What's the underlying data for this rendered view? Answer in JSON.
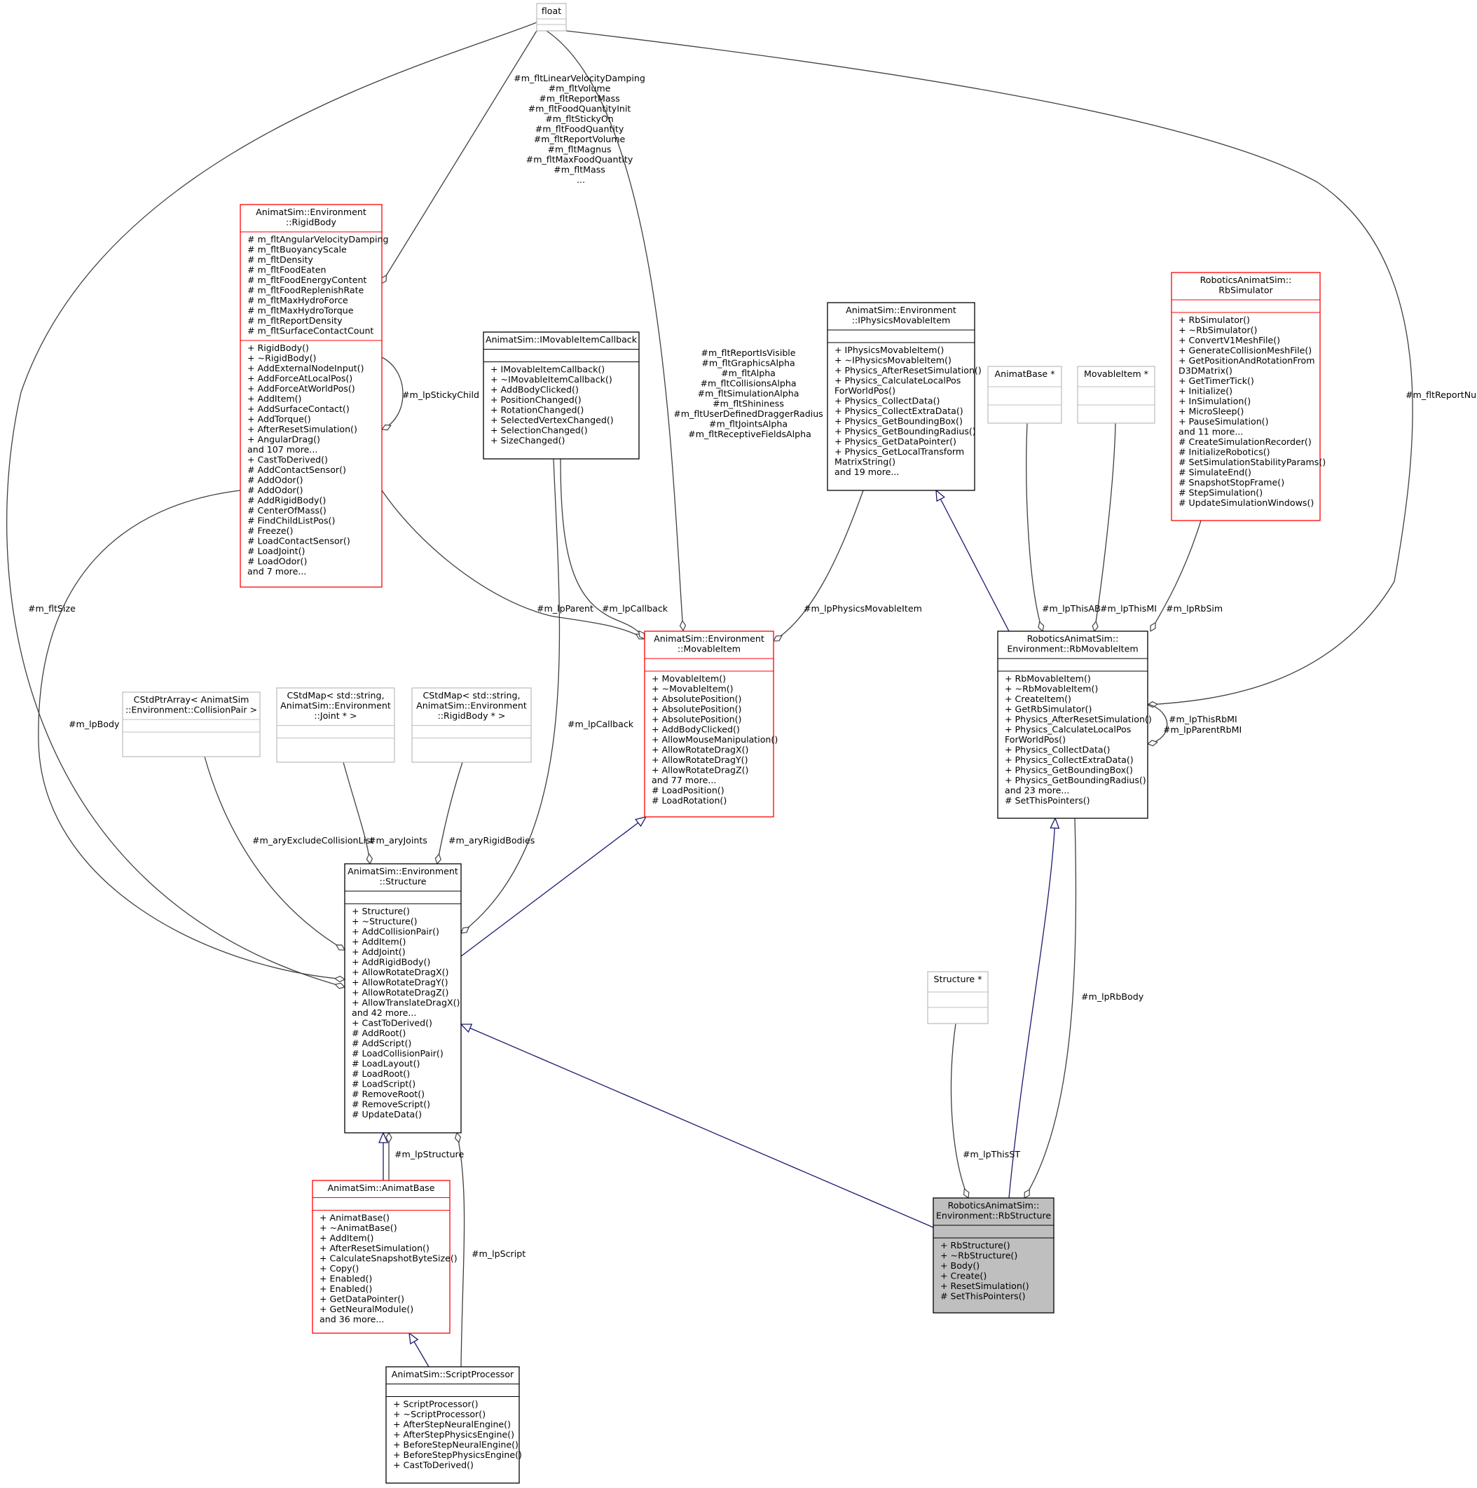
{
  "colors": {
    "normal": "#000000",
    "incomplete": "#ff0000",
    "external": "#bfbfbf",
    "focus_fill": "#bfbfbf",
    "inherit_edge": "#191970",
    "usage_edge": "#404040"
  },
  "nodes": [
    {
      "id": "float",
      "title": [
        "float"
      ],
      "attrs": [],
      "methods": [],
      "style": "external"
    },
    {
      "id": "rigidbody",
      "title": [
        "AnimatSim::Environment",
        "::RigidBody"
      ],
      "style": "red",
      "attrs": [
        "# m_fltAngularVelocityDamping",
        "# m_fltBuoyancyScale",
        "# m_fltDensity",
        "# m_fltFoodEaten",
        "# m_fltFoodEnergyContent",
        "# m_fltFoodReplenishRate",
        "# m_fltMaxHydroForce",
        "# m_fltMaxHydroTorque",
        "# m_fltReportDensity",
        "# m_fltSurfaceContactCount"
      ],
      "methods": [
        "+ RigidBody()",
        "+ ~RigidBody()",
        "+ AddExternalNodeInput()",
        "+ AddForceAtLocalPos()",
        "+ AddForceAtWorldPos()",
        "+ AddItem()",
        "+ AddSurfaceContact()",
        "+ AddTorque()",
        "+ AfterResetSimulation()",
        "+ AngularDrag()",
        "and 107 more...",
        "+ CastToDerived()",
        "# AddContactSensor()",
        "# AddOdor()",
        "# AddOdor()",
        "# AddRigidBody()",
        "# CenterOfMass()",
        "# FindChildListPos()",
        "# Freeze()",
        "# LoadContactSensor()",
        "# LoadJoint()",
        "# LoadOdor()",
        "and 7 more..."
      ]
    },
    {
      "id": "imovablecb",
      "title": [
        "AnimatSim::IMovableItemCallback"
      ],
      "style": "normal",
      "attrs": [],
      "methods": [
        "+ IMovableItemCallback()",
        "+ ~IMovableItemCallback()",
        "+ AddBodyClicked()",
        "+ PositionChanged()",
        "+ RotationChanged()",
        "+ SelectedVertexChanged()",
        "+ SelectionChanged()",
        "+ SizeChanged()"
      ]
    },
    {
      "id": "iphysics",
      "title": [
        "AnimatSim::Environment",
        "::IPhysicsMovableItem"
      ],
      "style": "normal",
      "attrs": [],
      "methods": [
        "+ IPhysicsMovableItem()",
        "+ ~IPhysicsMovableItem()",
        "+ Physics_AfterResetSimulation()",
        "+ Physics_CalculateLocalPos",
        "ForWorldPos()",
        "+ Physics_CollectData()",
        "+ Physics_CollectExtraData()",
        "+ Physics_GetBoundingBox()",
        "+ Physics_GetBoundingRadius()",
        "+ Physics_GetDataPointer()",
        "+ Physics_GetLocalTransform",
        "MatrixString()",
        "and 19 more..."
      ]
    },
    {
      "id": "animatbaseptr",
      "title": [
        "AnimatBase *"
      ],
      "attrs": [],
      "methods": [],
      "style": "external"
    },
    {
      "id": "movableitemptr",
      "title": [
        "MovableItem *"
      ],
      "attrs": [],
      "methods": [],
      "style": "external"
    },
    {
      "id": "rbsimulator",
      "title": [
        "RoboticsAnimatSim::",
        "RbSimulator"
      ],
      "style": "red",
      "attrs": [],
      "methods": [
        "+ RbSimulator()",
        "+ ~RbSimulator()",
        "+ ConvertV1MeshFile()",
        "+ GenerateCollisionMeshFile()",
        "+ GetPositionAndRotationFrom",
        "D3DMatrix()",
        "+ GetTimerTick()",
        "+ Initialize()",
        "+ InSimulation()",
        "+ MicroSleep()",
        "+ PauseSimulation()",
        "and 11 more...",
        "# CreateSimulationRecorder()",
        "# InitializeRobotics()",
        "# SetSimulationStabilityParams()",
        "# SimulateEnd()",
        "# SnapshotStopFrame()",
        "# StepSimulation()",
        "# UpdateSimulationWindows()"
      ]
    },
    {
      "id": "movableitem",
      "title": [
        "AnimatSim::Environment",
        "::MovableItem"
      ],
      "style": "red",
      "attrs": [],
      "methods": [
        "+ MovableItem()",
        "+ ~MovableItem()",
        "+ AbsolutePosition()",
        "+ AbsolutePosition()",
        "+ AbsolutePosition()",
        "+ AddBodyClicked()",
        "+ AllowMouseManipulation()",
        "+ AllowRotateDragX()",
        "+ AllowRotateDragY()",
        "+ AllowRotateDragZ()",
        "and 77 more...",
        "# LoadPosition()",
        "# LoadRotation()"
      ]
    },
    {
      "id": "rbmovable",
      "title": [
        "RoboticsAnimatSim::",
        "Environment::RbMovableItem"
      ],
      "style": "normal",
      "attrs": [],
      "methods": [
        "+ RbMovableItem()",
        "+ ~RbMovableItem()",
        "+ CreateItem()",
        "+ GetRbSimulator()",
        "+ Physics_AfterResetSimulation()",
        "+ Physics_CalculateLocalPos",
        "ForWorldPos()",
        "+ Physics_CollectData()",
        "+ Physics_CollectExtraData()",
        "+ Physics_GetBoundingBox()",
        "+ Physics_GetBoundingRadius()",
        "and 23 more...",
        "# SetThisPointers()"
      ]
    },
    {
      "id": "cstdptrarray",
      "title": [
        "CStdPtrArray< AnimatSim",
        "::Environment::CollisionPair >"
      ],
      "attrs": [],
      "methods": [],
      "style": "external"
    },
    {
      "id": "cstdmapjoint",
      "title": [
        "CStdMap< std::string,",
        "AnimatSim::Environment",
        "::Joint * >"
      ],
      "attrs": [],
      "methods": [],
      "style": "external"
    },
    {
      "id": "cstdmaprb",
      "title": [
        "CStdMap< std::string,",
        "AnimatSim::Environment",
        "::RigidBody * >"
      ],
      "attrs": [],
      "methods": [],
      "style": "external"
    },
    {
      "id": "structure",
      "title": [
        "AnimatSim::Environment",
        "::Structure"
      ],
      "style": "normal",
      "attrs": [],
      "methods": [
        "+ Structure()",
        "+ ~Structure()",
        "+ AddCollisionPair()",
        "+ AddItem()",
        "+ AddJoint()",
        "+ AddRigidBody()",
        "+ AllowRotateDragX()",
        "+ AllowRotateDragY()",
        "+ AllowRotateDragZ()",
        "+ AllowTranslateDragX()",
        "and 42 more...",
        "+ CastToDerived()",
        "# AddRoot()",
        "# AddScript()",
        "# LoadCollisionPair()",
        "# LoadLayout()",
        "# LoadRoot()",
        "# LoadScript()",
        "# RemoveRoot()",
        "# RemoveScript()",
        "# UpdateData()"
      ]
    },
    {
      "id": "structureptr",
      "title": [
        "Structure *"
      ],
      "attrs": [],
      "methods": [],
      "style": "external"
    },
    {
      "id": "animatbase",
      "title": [
        "AnimatSim::AnimatBase"
      ],
      "style": "red",
      "attrs": [],
      "methods": [
        "+ AnimatBase()",
        "+ ~AnimatBase()",
        "+ AddItem()",
        "+ AfterResetSimulation()",
        "+ CalculateSnapshotByteSize()",
        "+ Copy()",
        "+ Enabled()",
        "+ Enabled()",
        "+ GetDataPointer()",
        "+ GetNeuralModule()",
        "and 36 more..."
      ]
    },
    {
      "id": "rbstructure",
      "title": [
        "RoboticsAnimatSim::",
        "Environment::RbStructure"
      ],
      "style": "focus",
      "attrs": [],
      "methods": [
        "+ RbStructure()",
        "+ ~RbStructure()",
        "+ Body()",
        "+ Create()",
        "+ ResetSimulation()",
        "# SetThisPointers()"
      ]
    },
    {
      "id": "scriptproc",
      "title": [
        "AnimatSim::ScriptProcessor"
      ],
      "style": "normal",
      "attrs": [],
      "methods": [
        "+ ScriptProcessor()",
        "+ ~ScriptProcessor()",
        "+ AfterStepNeuralEngine()",
        "+ AfterStepPhysicsEngine()",
        "+ BeforeStepNeuralEngine()",
        "+ BeforeStepPhysicsEngine()",
        "+ CastToDerived()"
      ]
    }
  ],
  "edge_labels": {
    "float_to_movable": [
      "#m_fltLinearVelocityDamping",
      "#m_fltVolume",
      "#m_fltReportMass",
      "#m_fltFoodQuantityInit",
      "#m_fltStickyOn",
      "#m_fltFoodQuantity",
      "#m_fltReportVolume",
      "#m_fltMagnus",
      "#m_fltMaxFoodQuantity",
      "#m_fltMass",
      "..."
    ],
    "movable_attrs": [
      "#m_fltReportIsVisible",
      "#m_fltGraphicsAlpha",
      "#m_fltAlpha",
      "#m_fltCollisionsAlpha",
      "#m_fltSimulationAlpha",
      "#m_fltShininess",
      "#m_fltUserDefinedDraggerRadius",
      "#m_fltJointsAlpha",
      "#m_fltReceptiveFieldsAlpha"
    ],
    "lpStickyChild": "#m_lpStickyChild",
    "fltSize": "#m_fltSize",
    "lpBody": "#m_lpBody",
    "lpParent": "#m_lpParent",
    "lpCallback1": "#m_lpCallback",
    "lpCallback2": "#m_lpCallback",
    "lpPhysicsMovableItem": "#m_lpPhysicsMovableItem",
    "lpThisAB": "#m_lpThisAB",
    "lpThisMI": "#m_lpThisMI",
    "lpRbSim": "#m_lpRbSim",
    "fltReportNull": "#m_fltReportNull",
    "lpThisRbMI": "#m_lpThisRbMI",
    "lpParentRbMI": "#m_lpParentRbMI",
    "aryExclude": "#m_aryExcludeCollisionList",
    "aryJoints": "#m_aryJoints",
    "aryRigidBodies": "#m_aryRigidBodies",
    "lpStructure": "#m_lpStructure",
    "lpScript": "#m_lpScript",
    "lpThisST": "#m_lpThisST",
    "lpRbBody": "#m_lpRbBody"
  }
}
